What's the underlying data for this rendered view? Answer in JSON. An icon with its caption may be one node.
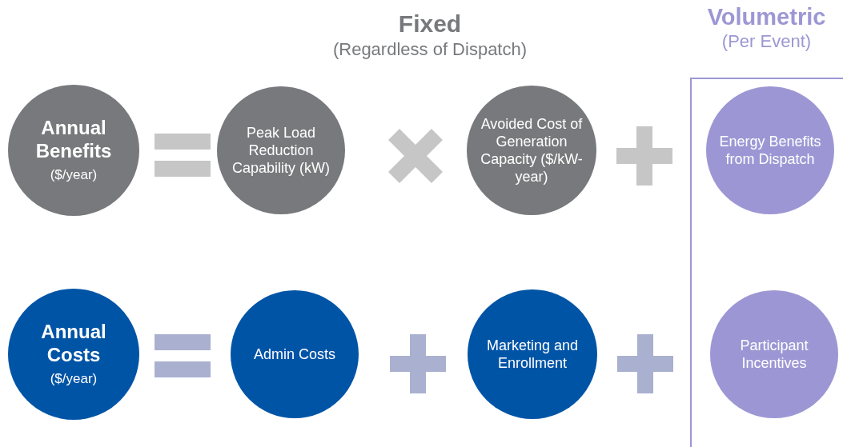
{
  "diagram": {
    "nodes": [
      {
        "text": [
          "Annual Benefits",
          "($/year)"
        ]
      },
      {
        "text": [
          "Peak Load Reduction Capability (kW)"
        ]
      },
      {
        "text": [
          "Avoided Cost of Generation Capacity ($/kW-year)"
        ]
      },
      {
        "text": [
          "Volumetric",
          "(Per Event)"
        ]
      },
      {
        "text": [
          "Energy Benefits from Dispatch"
        ],
        "in": 3
      },
      {
        "text": [
          "Annual Costs",
          "($/year)"
        ]
      },
      {
        "text": [
          "Admin Costs"
        ]
      },
      {
        "text": [
          "Marketing and Enrollment"
        ]
      },
      {
        "text": [
          "Participant Incentives"
        ],
        "in": 3
      }
    ],
    "edges": [],
    "labels": [
      "Fixed",
      "(Regardless of Dispatch)"
    ]
  }
}
